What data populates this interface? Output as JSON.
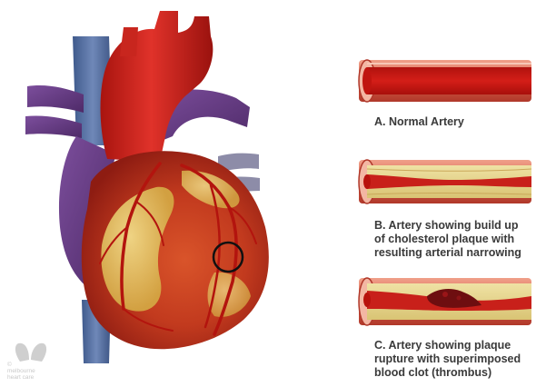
{
  "captions": {
    "a": {
      "label": "A. Normal Artery"
    },
    "b": {
      "lines": [
        "B. Artery showing build up",
        "of cholesterol plaque with",
        "resulting arterial narrowing"
      ]
    },
    "c": {
      "lines": [
        "C. Artery showing plaque",
        "rupture with superimposed",
        "blood clot (thrombus)"
      ]
    }
  },
  "logo": {
    "symbol": "©",
    "lines": [
      "melbourne",
      "heart care"
    ]
  },
  "colors": {
    "artery_red": "#c81e1c",
    "artery_dark": "#8c0d0b",
    "plaque_yellow": "#e8d78a",
    "heart_red": "#c4301c",
    "vein_blue": "#4f6a9c",
    "vein_purple": "#6a3f86",
    "caption_text": "#3a3a3a"
  },
  "icons": {
    "brand_mark": "butterfly-heart-logo-icon"
  }
}
